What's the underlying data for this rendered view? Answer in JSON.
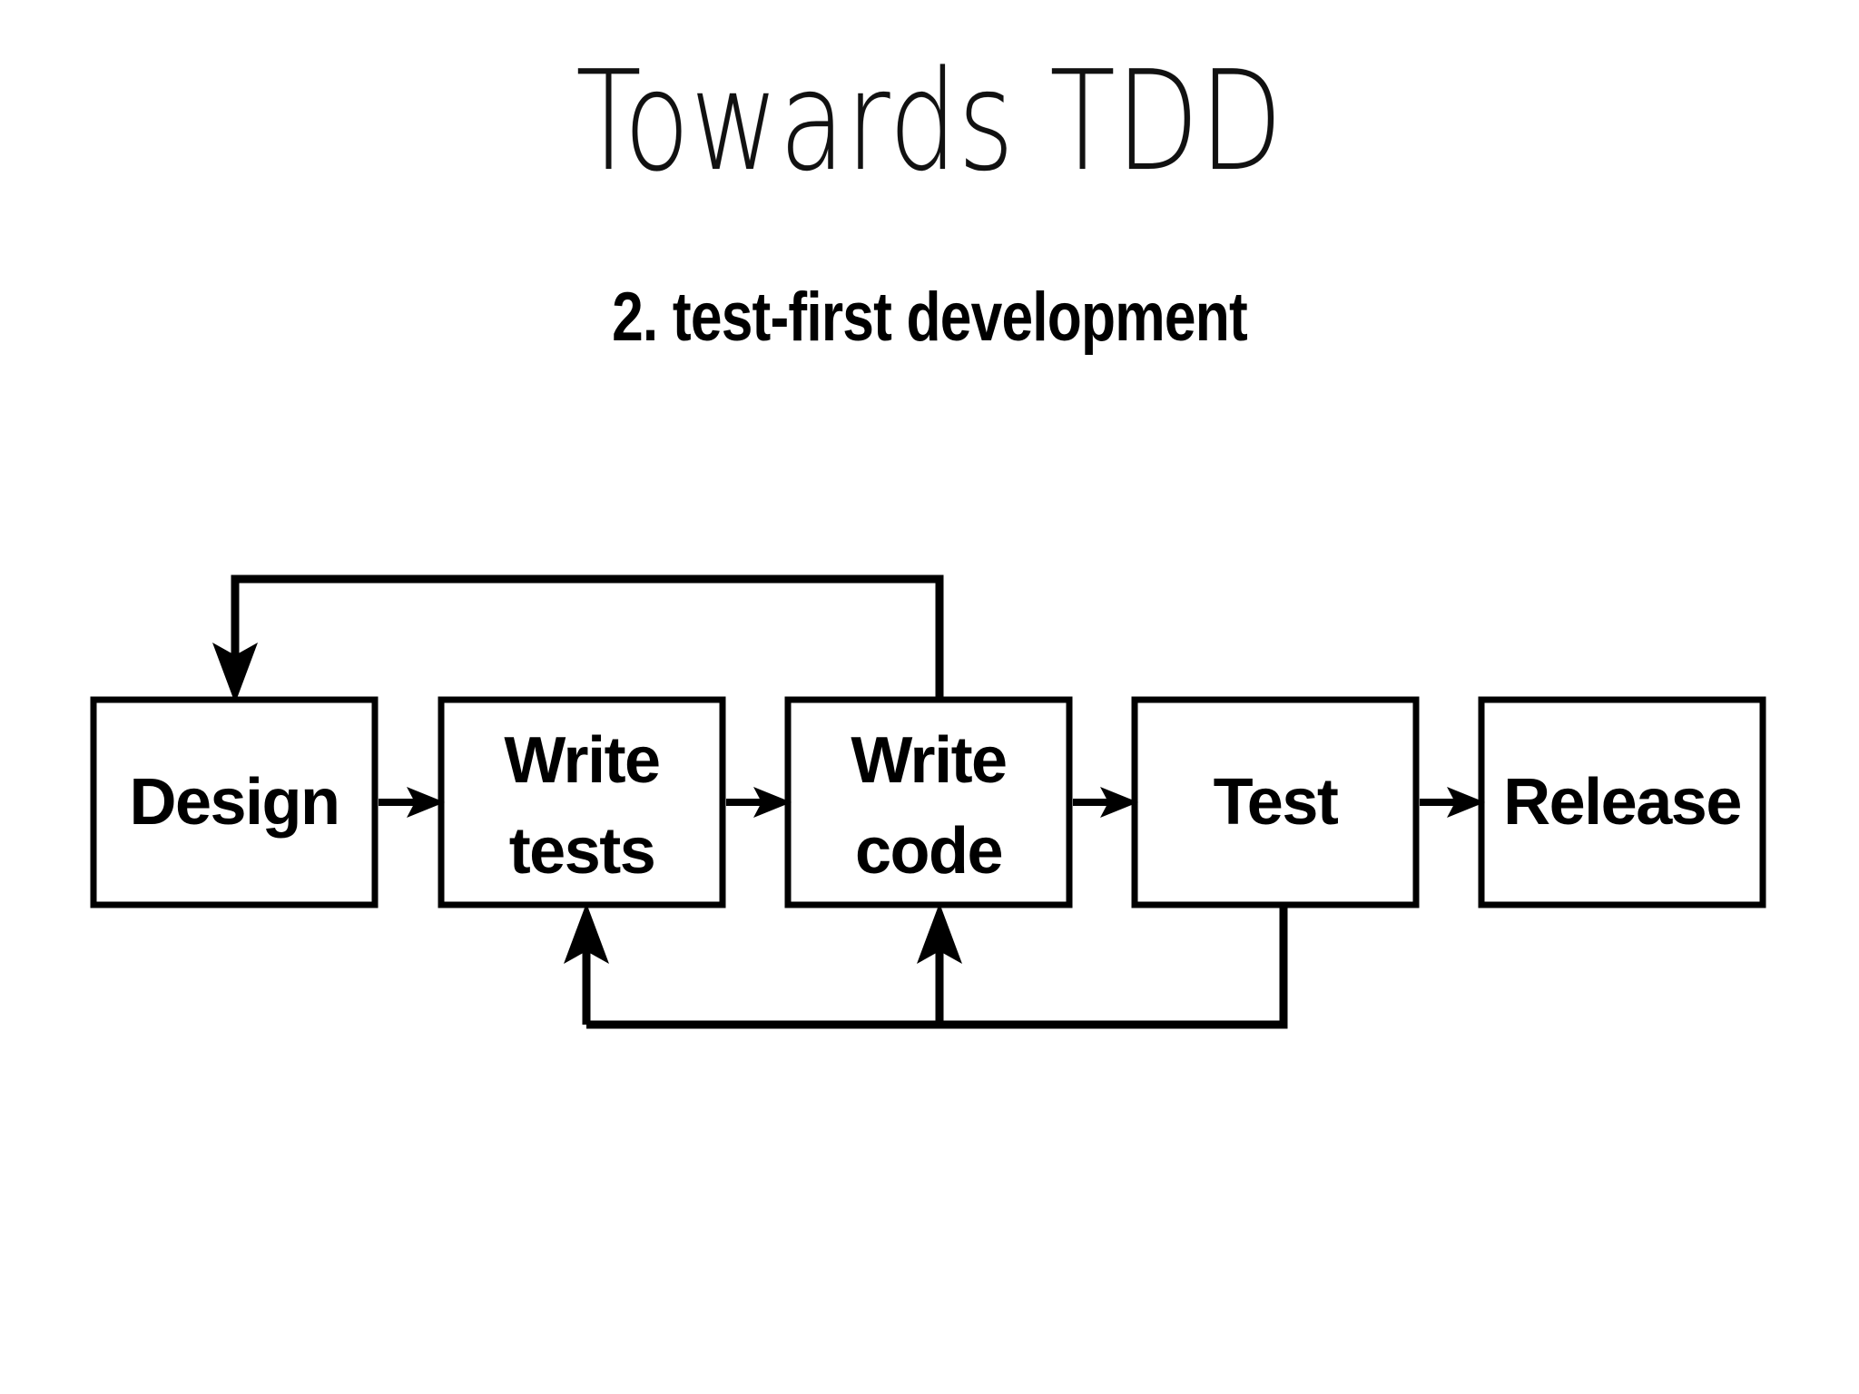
{
  "slide": {
    "title": "Towards TDD",
    "subtitle": "2. test-first development",
    "background_color": "#ffffff",
    "ink_color": "#000000"
  },
  "diagram": {
    "type": "flowchart",
    "name": "test-first-development-flow",
    "stages": [
      {
        "id": "design",
        "label": "Design",
        "lines": [
          "Design"
        ]
      },
      {
        "id": "write-tests",
        "label": "Write tests",
        "lines": [
          "Write",
          "tests"
        ]
      },
      {
        "id": "write-code",
        "label": "Write code",
        "lines": [
          "Write",
          "code"
        ]
      },
      {
        "id": "test",
        "label": "Test",
        "lines": [
          "Test"
        ]
      },
      {
        "id": "release",
        "label": "Release",
        "lines": [
          "Release"
        ]
      }
    ],
    "forward_arrows": [
      {
        "from": "design",
        "to": "write-tests"
      },
      {
        "from": "write-tests",
        "to": "write-code"
      },
      {
        "from": "write-code",
        "to": "test"
      },
      {
        "from": "test",
        "to": "release"
      }
    ],
    "feedback_arrows": [
      {
        "from": "write-code",
        "to": "design",
        "route": "top"
      },
      {
        "from": "test",
        "to": "write-code",
        "route": "bottom"
      },
      {
        "from": "test",
        "to": "write-tests",
        "route": "bottom"
      }
    ]
  }
}
